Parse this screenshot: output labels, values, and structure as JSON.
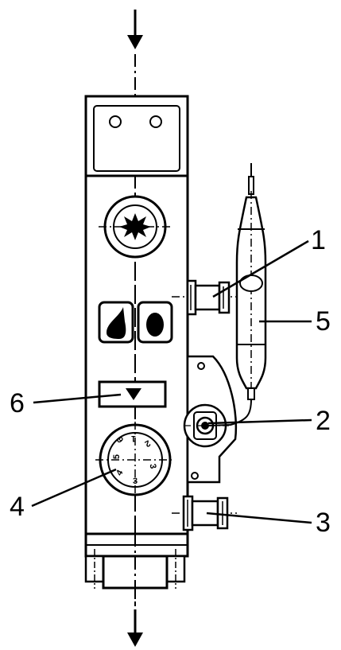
{
  "diagram": {
    "callouts": [
      {
        "id": "1",
        "label": "1"
      },
      {
        "id": "2",
        "label": "2"
      },
      {
        "id": "3",
        "label": "3"
      },
      {
        "id": "4",
        "label": "4"
      },
      {
        "id": "5",
        "label": "5"
      },
      {
        "id": "6",
        "label": "6"
      }
    ],
    "dial_numbers": [
      "1",
      "2",
      "3",
      "4",
      "5",
      "6"
    ],
    "colors": {
      "stroke": "#000000",
      "background": "#ffffff"
    },
    "icons": {
      "flow_in": "arrow-down-icon",
      "flow_out": "arrow-down-icon",
      "burst": "star-burst-icon",
      "drop": "drop-icon",
      "dot": "solid-dot-icon",
      "flow_indicator": "triangle-down-icon"
    }
  }
}
